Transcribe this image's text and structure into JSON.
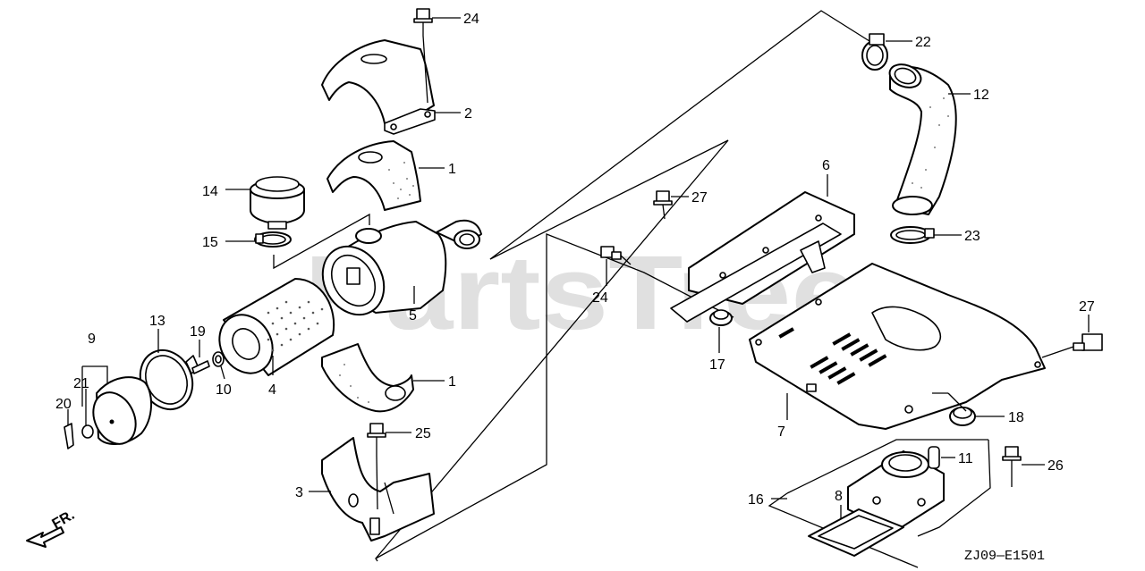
{
  "watermark": "PartsTree",
  "diagram_code": "ZJ09—E1501",
  "direction_label": "FR.",
  "callouts": [
    {
      "id": "c24a",
      "text": "24"
    },
    {
      "id": "c2",
      "text": "2"
    },
    {
      "id": "c1a",
      "text": "1"
    },
    {
      "id": "c14",
      "text": "14"
    },
    {
      "id": "c15",
      "text": "15"
    },
    {
      "id": "c5",
      "text": "5"
    },
    {
      "id": "c13",
      "text": "13"
    },
    {
      "id": "c9",
      "text": "9"
    },
    {
      "id": "c19",
      "text": "19"
    },
    {
      "id": "c21",
      "text": "21"
    },
    {
      "id": "c10",
      "text": "10"
    },
    {
      "id": "c4",
      "text": "4"
    },
    {
      "id": "c1b",
      "text": "1"
    },
    {
      "id": "c20",
      "text": "20"
    },
    {
      "id": "c25",
      "text": "25"
    },
    {
      "id": "c3",
      "text": "3"
    },
    {
      "id": "c22",
      "text": "22"
    },
    {
      "id": "c12",
      "text": "12"
    },
    {
      "id": "c6",
      "text": "6"
    },
    {
      "id": "c27a",
      "text": "27"
    },
    {
      "id": "c23",
      "text": "23"
    },
    {
      "id": "c24b",
      "text": "24"
    },
    {
      "id": "c17",
      "text": "17"
    },
    {
      "id": "c27b",
      "text": "27"
    },
    {
      "id": "c7",
      "text": "7"
    },
    {
      "id": "c18",
      "text": "18"
    },
    {
      "id": "c11",
      "text": "11"
    },
    {
      "id": "c16",
      "text": "16"
    },
    {
      "id": "c8",
      "text": "8"
    },
    {
      "id": "c26",
      "text": "26"
    }
  ]
}
